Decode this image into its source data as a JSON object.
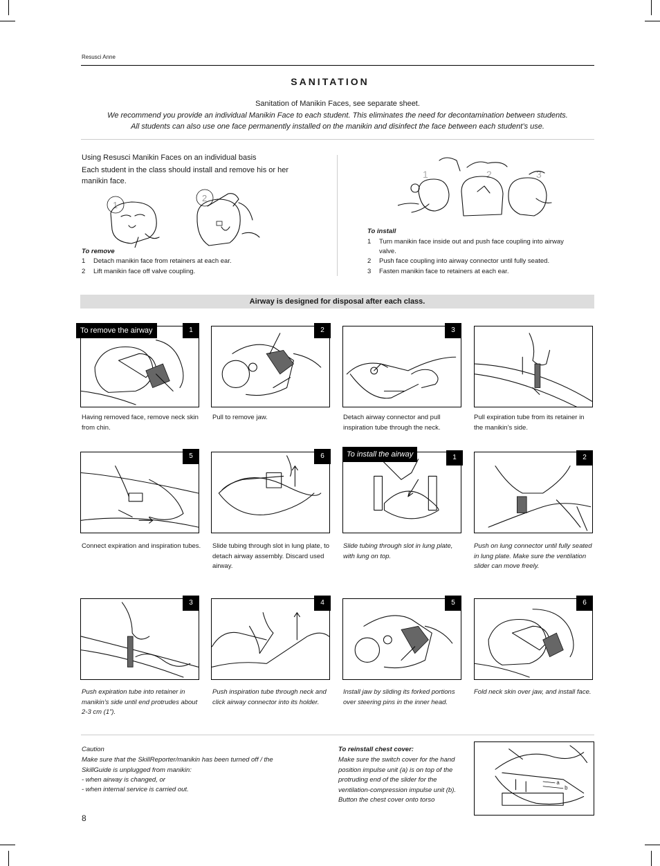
{
  "running_head": "Resusci Anne",
  "title": "SANITATION",
  "intro": {
    "line1": "Sanitation of Manikin Faces, see separate sheet.",
    "line2": "We recommend you provide an individual Manikin Face to each student. This eliminates the need for decontamination between students.",
    "line3": "All students can also use one face permanently installed on the manikin and disinfect the face between each student’s use."
  },
  "individual": {
    "heading": "Using Resusci Manikin Faces on an individual basis",
    "text": "Each student in the class should install and remove his or her manikin face.",
    "fig_nums": [
      "1",
      "2"
    ],
    "remove_heading": "To remove",
    "remove_steps": [
      {
        "n": "1",
        "t": "Detach manikin face from retainers at each ear."
      },
      {
        "n": "2",
        "t": "Lift manikin face off valve coupling."
      }
    ]
  },
  "install": {
    "fig_nums": [
      "1",
      "2",
      "3"
    ],
    "heading": "To install",
    "steps": [
      {
        "n": "1",
        "t": "Turn manikin face inside out and push face coupling into airway valve."
      },
      {
        "n": "2",
        "t": "Push face coupling into airway connector until fully seated."
      },
      {
        "n": "3",
        "t": "Fasten manikin face to retainers at each ear."
      }
    ]
  },
  "banner": "Airway is designed for disposal after each class.",
  "remove_airway_label": "To remove the airway",
  "install_airway_label": "To install the airway",
  "panels": [
    {
      "num": "1",
      "caption": "Having removed face, remove neck skin from chin."
    },
    {
      "num": "2",
      "caption": "Pull to remove jaw."
    },
    {
      "num": "3",
      "caption": "Detach airway connector and pull inspiration tube through the neck."
    },
    {
      "num": "4",
      "caption": "Pull expiration tube from its retainer in the manikin’s side."
    },
    {
      "num": "5",
      "caption": "Connect expiration and inspiration tubes."
    },
    {
      "num": "6",
      "caption": "Slide tubing through slot in lung plate, to detach airway assembly. Discard used airway."
    },
    {
      "num": "1",
      "caption": "Slide tubing through slot in lung plate, with lung on top."
    },
    {
      "num": "2",
      "caption": "Push on lung connector until fully seated in lung plate. Make sure the ventilation slider can move freely."
    },
    {
      "num": "3",
      "caption": "Push expiration tube into retainer in manikin’s side until end protrudes about 2-3 cm (1”)."
    },
    {
      "num": "4",
      "caption": "Push inspiration tube through neck and click airway connector into its holder."
    },
    {
      "num": "5",
      "caption": "Install jaw by sliding its forked portions over steering pins in the inner head."
    },
    {
      "num": "6",
      "caption": "Fold neck skin over jaw, and install face."
    }
  ],
  "caution": {
    "heading": "Caution",
    "text": "Make sure that the SkillReporter/manikin has been turned off / the SkillGuide is unplugged from manikin:",
    "items": [
      "- when airway is changed, or",
      "- when internal service is carried out."
    ]
  },
  "chest": {
    "heading": "To reinstall chest cover:",
    "text": "Make sure the switch cover for the hand position impulse unit (a) is on top of the protruding end of the slider for the ventilation-compression impulse unit (b). Button the chest cover onto torso",
    "label_a": "a",
    "label_b": "b"
  },
  "page_number": "8"
}
